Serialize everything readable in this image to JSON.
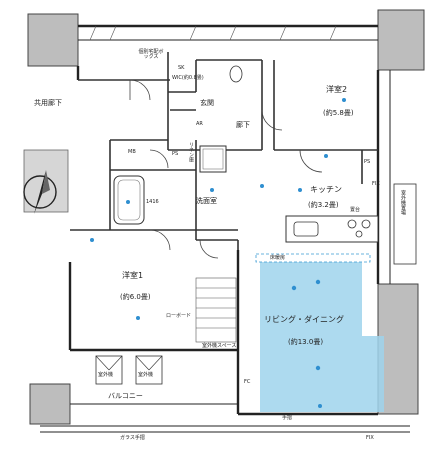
{
  "rooms": {
    "western_2": {
      "name": "洋室2",
      "size": "(約5.8畳)"
    },
    "western_1": {
      "name": "洋室1",
      "size": "(約6.0畳)"
    },
    "kitchen": {
      "name": "キッチン",
      "size": "(約3.2畳)"
    },
    "living": {
      "name": "リビング・ダイニング",
      "size": "(約13.0畳)"
    },
    "entrance": "玄関",
    "hallway": "廊下",
    "washroom": "洗面室",
    "balcony": "バルコニー"
  },
  "labels": {
    "common_corridor": "共用廊下",
    "delivery_box": "個別宅配ボックス",
    "shoe_box": "SK",
    "wic": "WIC(約0.8畳)",
    "mb": "MB",
    "ps1": "PS",
    "ps2": "PS",
    "linen": "リネン庫",
    "bath_size": "1416",
    "fc": "FC",
    "air_space": "室外機スペース",
    "outdoor_unit_1": "室外機",
    "outdoor_unit_2": "室外機",
    "glass_railing": "ガラス手摺",
    "handrail": "手摺",
    "fix_bottom": "FIX",
    "fix_top": "FIX",
    "floor_heating": "床暖房",
    "outdoor_storage": "室外機置場",
    "stand_right": "置台",
    "low_shelf": "ローボード",
    "ar": "AR"
  }
}
